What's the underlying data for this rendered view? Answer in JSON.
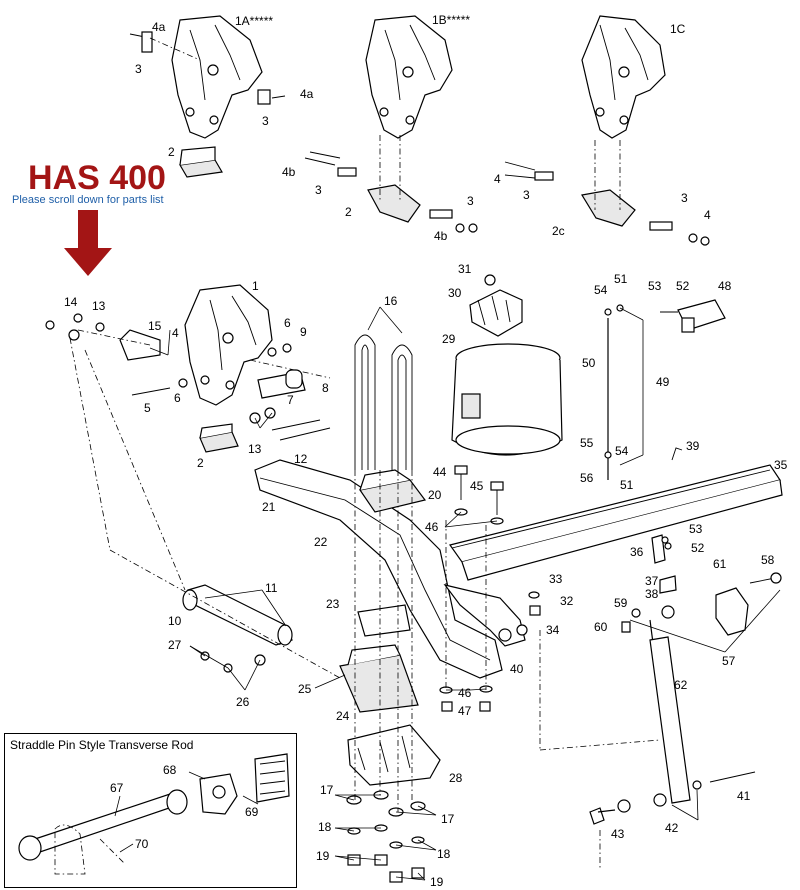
{
  "heading": {
    "title": "HAS 400",
    "subtitle": "Please scroll down for parts list"
  },
  "inset": {
    "title": "Straddle Pin Style Transverse Rod"
  },
  "colors": {
    "title": "#a31515",
    "subtitle": "#1f5fa8",
    "arrow": "#a31515"
  },
  "callouts": {
    "c4a_1": "4a",
    "c1A": "1A*****",
    "c3_1": "3",
    "c4a_2": "4a",
    "c3_2": "3",
    "c2_1": "2",
    "c1B": "1B*****",
    "c4b_1": "4b",
    "c3_3": "3",
    "c2_2": "2",
    "c3_4": "3",
    "c4b_2": "4b",
    "c1C": "1C",
    "c4_1": "4",
    "c3_5": "3",
    "c2c": "2c",
    "c3_6": "3",
    "c4_2": "4",
    "c14": "14",
    "c13_1": "13",
    "c15": "15",
    "c4_3": "4",
    "c1": "1",
    "c6_1": "6",
    "c9": "9",
    "c5": "5",
    "c6_2": "6",
    "c8": "8",
    "c7": "7",
    "c13_2": "13",
    "c12": "12",
    "c2_3": "2",
    "c16": "16",
    "c31": "31",
    "c30": "30",
    "c29": "29",
    "c51_1": "51",
    "c53_1": "53",
    "c52_1": "52",
    "c48": "48",
    "c54_1": "54",
    "c50": "50",
    "c49": "49",
    "c55": "55",
    "c54_2": "54",
    "c56": "56",
    "c51_2": "51",
    "c39": "39",
    "c35": "35",
    "c44": "44",
    "c45": "45",
    "c20": "20",
    "c21": "21",
    "c46_1": "46",
    "c22": "22",
    "c53_2": "53",
    "c36": "36",
    "c52_2": "52",
    "c58": "58",
    "c33": "33",
    "c32": "32",
    "c37": "37",
    "c38": "38",
    "c61": "61",
    "c11": "11",
    "c10": "10",
    "c23": "23",
    "c34": "34",
    "c59": "59",
    "c60": "60",
    "c27": "27",
    "c57": "57",
    "c40": "40",
    "c25": "25",
    "c46_2": "46",
    "c62": "62",
    "c26": "26",
    "c24": "24",
    "c47": "47",
    "c28": "28",
    "c41": "41",
    "c17_1": "17",
    "c17_2": "17",
    "c18_1": "18",
    "c18_2": "18",
    "c19_1": "19",
    "c19_2": "19",
    "c43": "43",
    "c42": "42",
    "c68": "68",
    "c67": "67",
    "c69": "69",
    "c70": "70"
  }
}
